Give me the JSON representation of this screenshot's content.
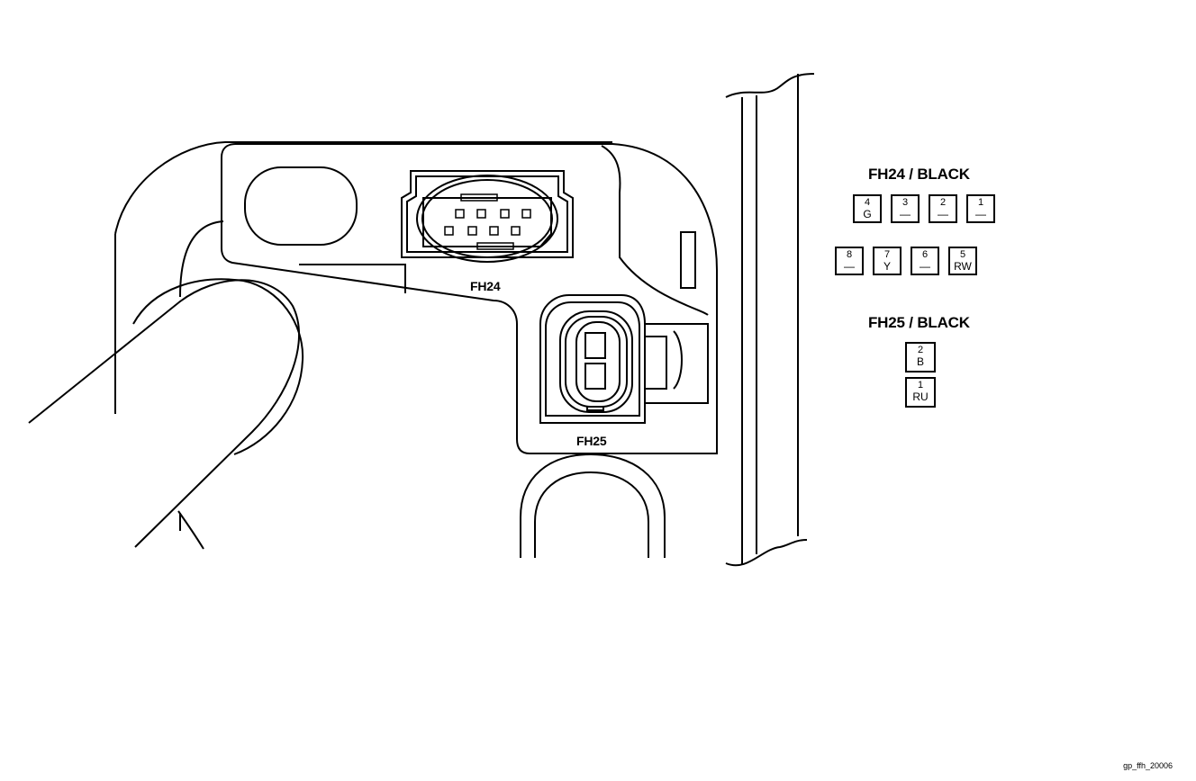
{
  "connectors": {
    "fh24_label": "FH24",
    "fh25_label": "FH25"
  },
  "legend": {
    "fh24": {
      "title": "FH24 / BLACK",
      "pins": [
        {
          "num": "4",
          "color": "G"
        },
        {
          "num": "3",
          "color": "—"
        },
        {
          "num": "2",
          "color": "—"
        },
        {
          "num": "1",
          "color": "—"
        },
        {
          "num": "8",
          "color": "—"
        },
        {
          "num": "7",
          "color": "Y"
        },
        {
          "num": "6",
          "color": "—"
        },
        {
          "num": "5",
          "color": "RW"
        }
      ]
    },
    "fh25": {
      "title": "FH25 / BLACK",
      "pins": [
        {
          "num": "2",
          "color": "B"
        },
        {
          "num": "1",
          "color": "RU"
        }
      ]
    }
  },
  "footer": {
    "ref": "gp_ffh_20006"
  }
}
